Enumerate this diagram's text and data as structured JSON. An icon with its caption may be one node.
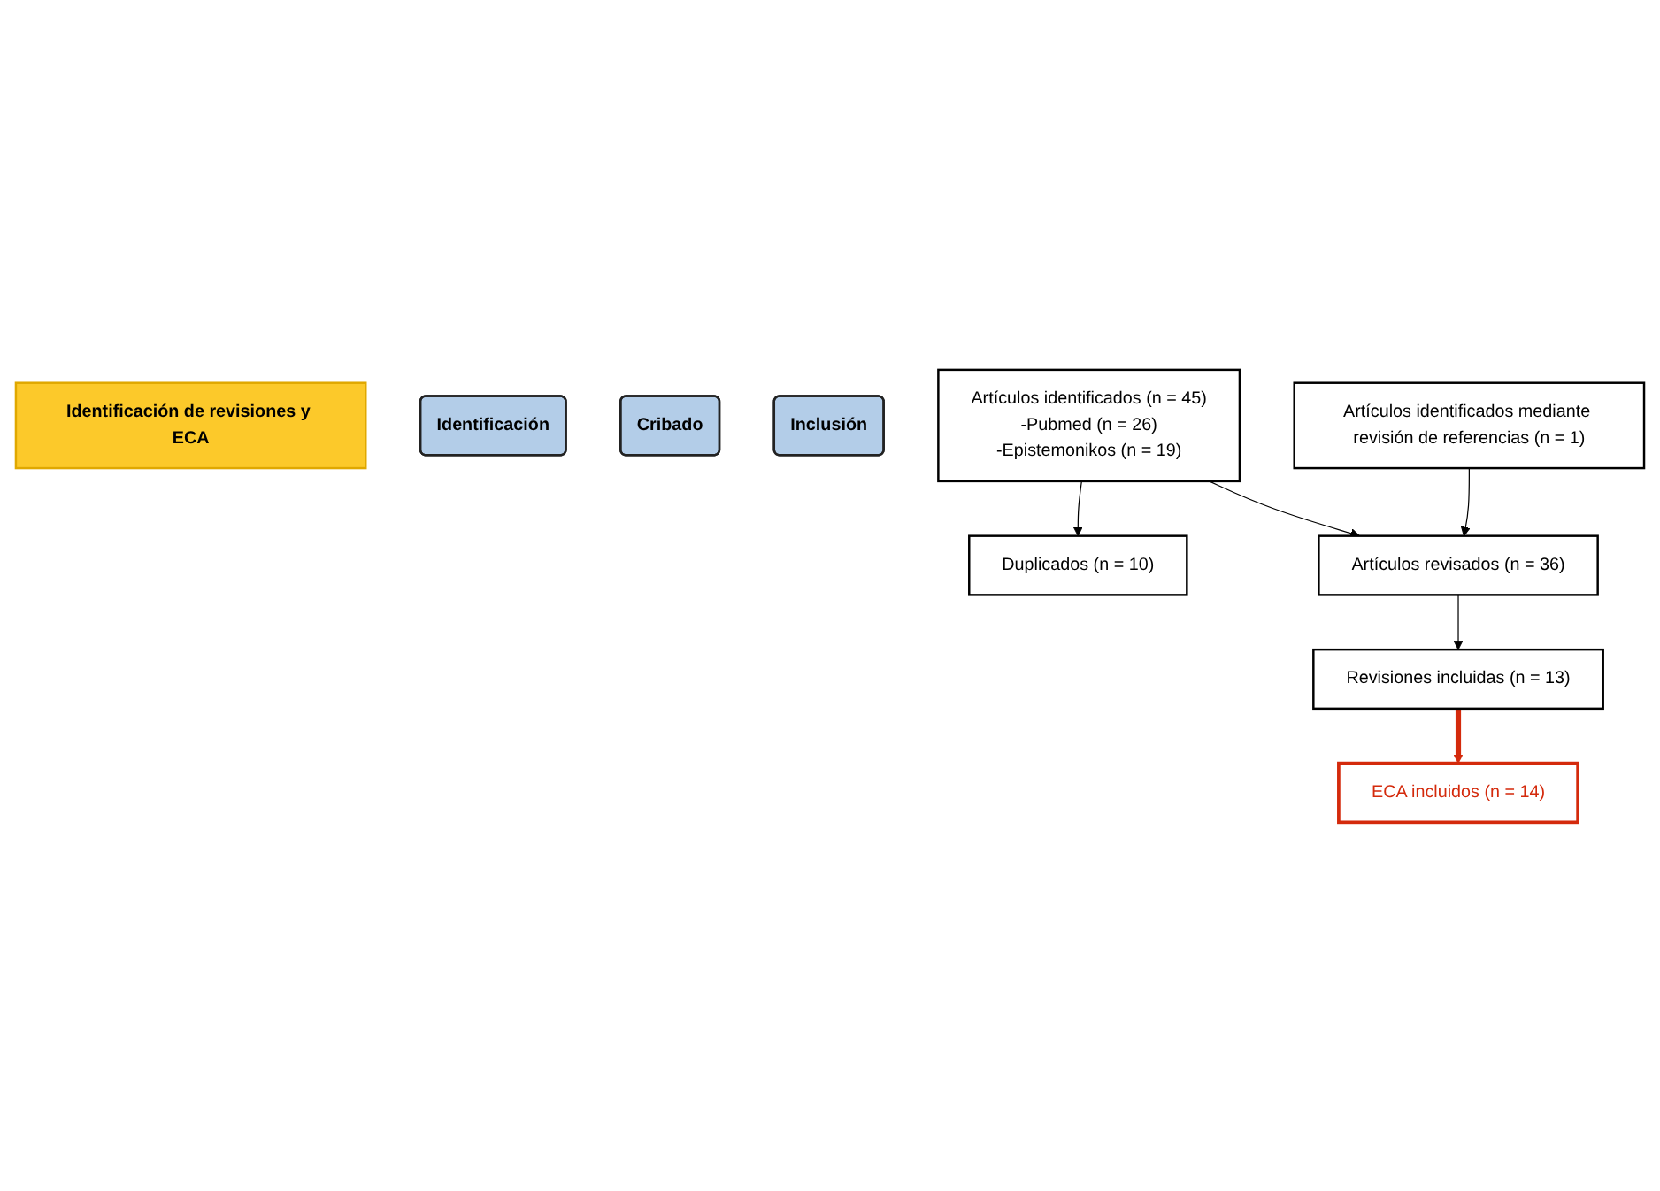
{
  "diagram": {
    "nodes": [
      {
        "text": [
          "Identificación de revisiones y ECA"
        ]
      },
      {
        "text": [
          "Identificación"
        ]
      },
      {
        "text": [
          "Cribado"
        ]
      },
      {
        "text": [
          "Inclusión"
        ]
      },
      {
        "text": [
          "Artículos identificados (n = 45)",
          "-Pubmed (n = 26)",
          "-Epistemonikos (n = 19)"
        ]
      },
      {
        "text": [
          "Duplicados (n = 10)"
        ]
      },
      {
        "text": [
          "Artículos revisados (n = 36)"
        ]
      },
      {
        "text": [
          "Artículos identificados mediante revisión de referencias (n = 1)"
        ]
      },
      {
        "text": [
          "Revisiones incluidas (n = 13)"
        ]
      },
      {
        "text": [
          "ECA incluidos (n = 14)"
        ]
      }
    ],
    "edges": [
      {
        "from": 4,
        "to": 5,
        "arrow": "to"
      },
      {
        "from": 4,
        "to": 6,
        "arrow": "to"
      },
      {
        "from": 7,
        "to": 6,
        "arrow": "to"
      },
      {
        "from": 6,
        "to": 8,
        "arrow": "to"
      },
      {
        "from": 8,
        "to": 9,
        "arrow": "to",
        "style": "thick",
        "color": "#d42a0c"
      }
    ]
  }
}
